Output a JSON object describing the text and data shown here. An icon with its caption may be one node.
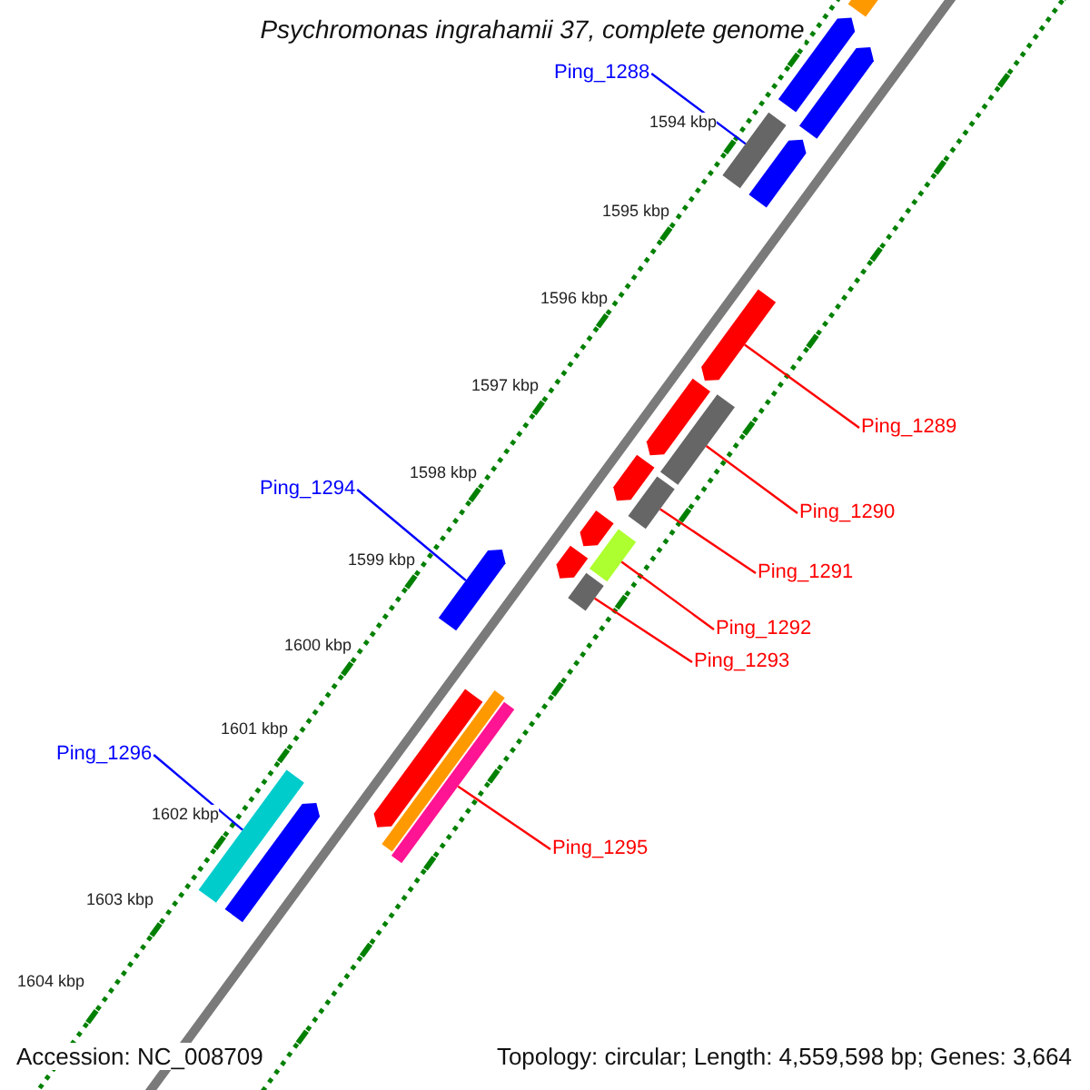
{
  "diagram": {
    "title": "Psychromonas ingrahamii 37, complete genome",
    "nodes": [
      {
        "text": [
          "Ping_1288"
        ]
      },
      {
        "text": [
          "Ping_1289"
        ]
      },
      {
        "text": [
          "Ping_1294"
        ]
      },
      {
        "text": [
          "Ping_1290"
        ]
      },
      {
        "text": [
          "Ping_1291"
        ]
      },
      {
        "text": [
          "Ping_1292"
        ]
      },
      {
        "text": [
          "Ping_1293"
        ]
      },
      {
        "text": [
          "Ping_1296"
        ]
      },
      {
        "text": [
          "Ping_1295"
        ]
      },
      {
        "text": [],
        "shape": "bar"
      },
      {
        "text": [],
        "shape": "bar"
      },
      {
        "text": [],
        "shape": "bar"
      },
      {
        "text": [],
        "shape": "bar"
      },
      {
        "text": [],
        "shape": "bar"
      },
      {
        "text": [],
        "shape": "bar"
      },
      {
        "text": [],
        "shape": "bar"
      },
      {
        "text": [],
        "shape": "bar"
      },
      {
        "text": [],
        "shape": "bar"
      },
      {
        "text": [],
        "shape": "bar"
      },
      {
        "text": [],
        "shape": "bar"
      },
      {
        "text": [],
        "shape": "bar"
      },
      {
        "text": [],
        "shape": "bar"
      },
      {
        "text": [],
        "shape": "bar"
      },
      {
        "text": [],
        "shape": "bar"
      },
      {
        "text": [],
        "shape": "bar"
      },
      {
        "text": [],
        "shape": "bar"
      },
      {
        "text": [],
        "shape": "bar"
      },
      {
        "text": [],
        "shape": "bar"
      },
      {
        "text": [],
        "shape": "bar"
      }
    ],
    "edges": [
      {
        "from": 0,
        "to": 12,
        "arrow": "none",
        "color": "#0000ff"
      },
      {
        "from": 1,
        "to": 14,
        "arrow": "none"
      },
      {
        "from": 2,
        "to": 23,
        "arrow": "none",
        "color": "#0000ff"
      },
      {
        "from": 3,
        "to": 16,
        "arrow": "none"
      },
      {
        "from": 4,
        "to": 18,
        "arrow": "none"
      },
      {
        "from": 5,
        "to": 20,
        "arrow": "none"
      },
      {
        "from": 6,
        "to": 22,
        "arrow": "none"
      },
      {
        "from": 7,
        "to": 27,
        "arrow": "none",
        "color": "#0000ff"
      },
      {
        "from": 8,
        "to": 26,
        "arrow": "none"
      }
    ],
    "labels": [
      "1594 kbp",
      "1595 kbp",
      "1596 kbp",
      "1597 kbp",
      "1598 kbp",
      "1599 kbp",
      "1600 kbp",
      "1601 kbp",
      "1602 kbp",
      "1603 kbp",
      "1604 kbp",
      "Accession: NC_008709",
      "Topology: circular; Length: 4,559,598 bp; Genes: 3,664"
    ]
  }
}
